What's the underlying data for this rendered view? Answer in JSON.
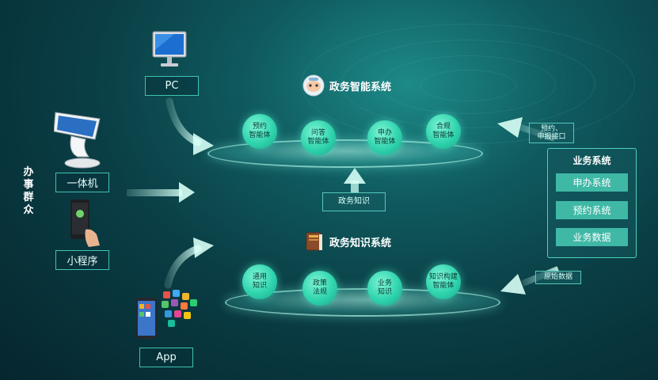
{
  "colors": {
    "accent": "#2fd4ad",
    "border": "#3fc3b3",
    "background": "#0a3e45"
  },
  "crowd_label": [
    "办",
    "事",
    "群",
    "众"
  ],
  "clients": {
    "pc": "PC",
    "kiosk": "一体机",
    "miniprogram": "小程序",
    "app": "App"
  },
  "smart_system": {
    "title": "政务智能系统",
    "nodes": [
      "预约\n智能体",
      "问答\n智能体",
      "申办\n智能体",
      "合规\n智能体"
    ]
  },
  "knowledge_system": {
    "title": "政务知识系统",
    "nodes": [
      "通用\n知识",
      "政策\n法规",
      "业务\n知识",
      "知识构建\n智能体"
    ]
  },
  "connector_label": "政务知识",
  "interface_label": "预约、\n申报接口",
  "raw_data_label": "原始数据",
  "business_system": {
    "title": "业务系统",
    "items": [
      "申办系统",
      "预约系统",
      "业务数据"
    ]
  },
  "icons": [
    "monitor-icon",
    "kiosk-icon",
    "smartphone-icon",
    "app-phone-icon",
    "robot-icon",
    "book-icon"
  ]
}
